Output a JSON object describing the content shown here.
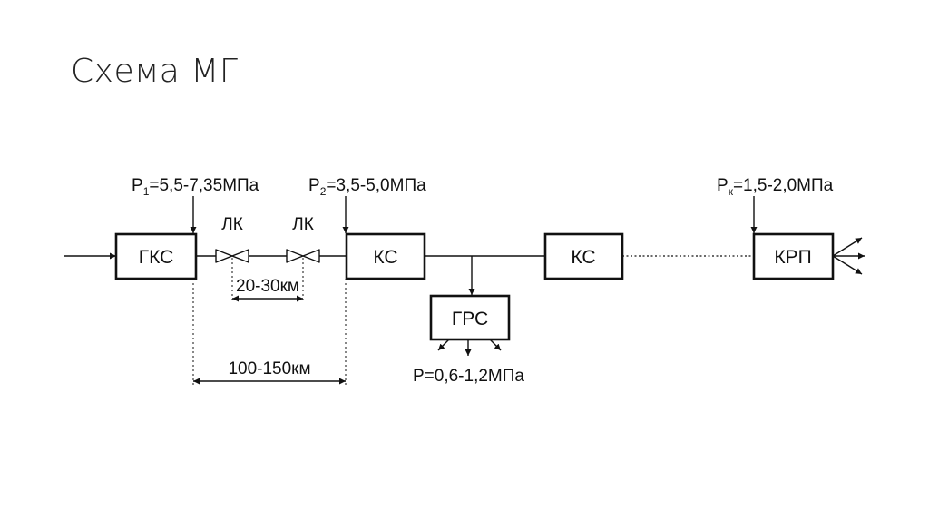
{
  "slide": {
    "title": "Схема МГ"
  },
  "stations": {
    "gks": "ГКС",
    "ks1": "КС",
    "ks2": "КС",
    "grs": "ГРС",
    "krp": "КРП"
  },
  "valves": {
    "lk1": "ЛК",
    "lk2": "ЛК"
  },
  "pressures": {
    "p1": {
      "symbol": "Р",
      "sub": "1",
      "value": "=5,5-7,35МПа"
    },
    "p2": {
      "symbol": "Р",
      "sub": "2",
      "value": "=3,5-5,0МПа"
    },
    "pk": {
      "symbol": "Р",
      "sub": "к",
      "value": "=1,5-2,0МПа"
    },
    "p_grs": "Р=0,6-1,2МПа"
  },
  "distances": {
    "valve_spacing": "20-30км",
    "station_spacing": "100-150км"
  },
  "colors": {
    "line": "#111111",
    "title": "#222222",
    "background": "#ffffff"
  }
}
